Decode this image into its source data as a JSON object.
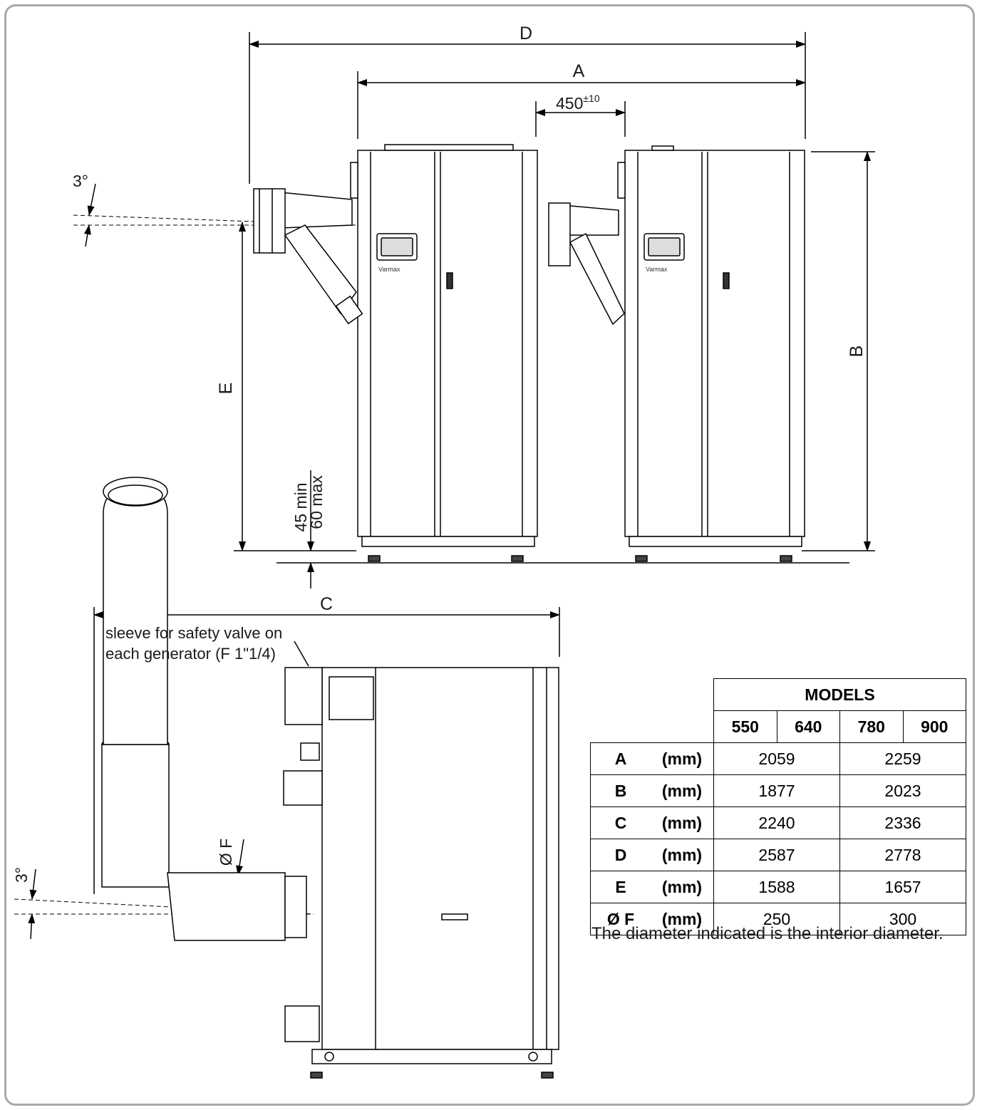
{
  "dimension_labels": {
    "D": "D",
    "A": "A",
    "spacing": "450",
    "spacing_tolerance": "±10",
    "angle_top": "3°",
    "E": "E",
    "B": "B",
    "min": "45 min",
    "max": "60 max",
    "C": "C",
    "angle_side": "3°",
    "diameter": "Ø F"
  },
  "brand": "Varmax",
  "callout": {
    "line1": "sleeve for safety valve on",
    "line2": "each generator (F 1\"1/4)"
  },
  "table": {
    "group_header": "MODELS",
    "models": [
      "550",
      "640",
      "780",
      "900"
    ],
    "rows": [
      {
        "label": "A",
        "unit": "(mm)",
        "v1": "2059",
        "v2": "2259"
      },
      {
        "label": "B",
        "unit": "(mm)",
        "v1": "1877",
        "v2": "2023"
      },
      {
        "label": "C",
        "unit": "(mm)",
        "v1": "2240",
        "v2": "2336"
      },
      {
        "label": "D",
        "unit": "(mm)",
        "v1": "2587",
        "v2": "2778"
      },
      {
        "label": "E",
        "unit": "(mm)",
        "v1": "1588",
        "v2": "1657"
      },
      {
        "label": "Ø F",
        "unit": "(mm)",
        "v1": "250",
        "v2": "300"
      }
    ]
  },
  "footnote": "The diameter indicated is the interior diameter."
}
